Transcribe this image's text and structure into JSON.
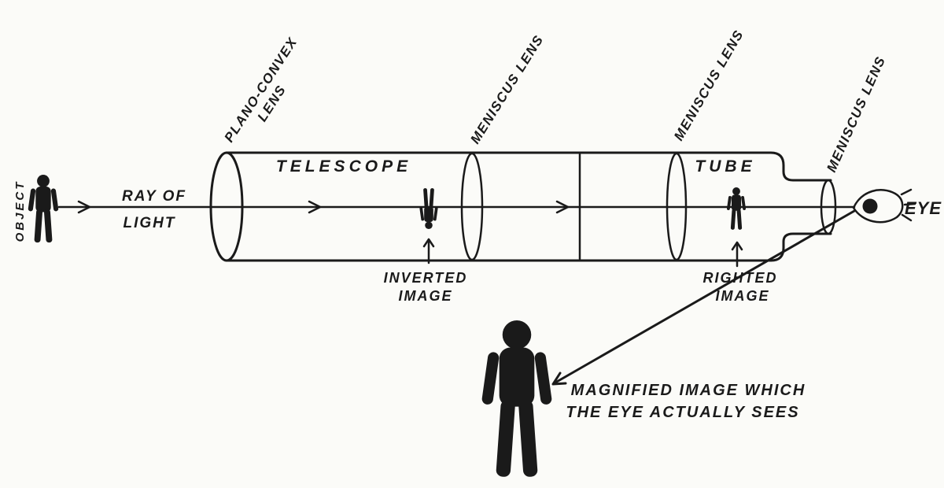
{
  "diagram": {
    "title": "Telescope optical path diagram",
    "colors": {
      "ink": "#1a1a1a",
      "paper": "#fbfbf8"
    },
    "labels": {
      "object": "OBJECT",
      "ray_of_light_line1": "RAY OF",
      "ray_of_light_line2": "LIGHT",
      "plano_convex_line1": "PLANO-CONVEX",
      "plano_convex_line2": "LENS",
      "telescope": "TELESCOPE",
      "tube": "TUBE",
      "meniscus_lens_1": "MENISCUS LENS",
      "meniscus_lens_2": "MENISCUS LENS",
      "meniscus_lens_3": "MENISCUS LENS",
      "inverted_image_line1": "INVERTED",
      "inverted_image_line2": "IMAGE",
      "righted_image_line1": "RIGHTED",
      "righted_image_line2": "IMAGE",
      "eye": "EYE",
      "magnified_line1": "MAGNIFIED IMAGE WHICH",
      "magnified_line2": "THE EYE ACTUALLY SEES"
    }
  }
}
